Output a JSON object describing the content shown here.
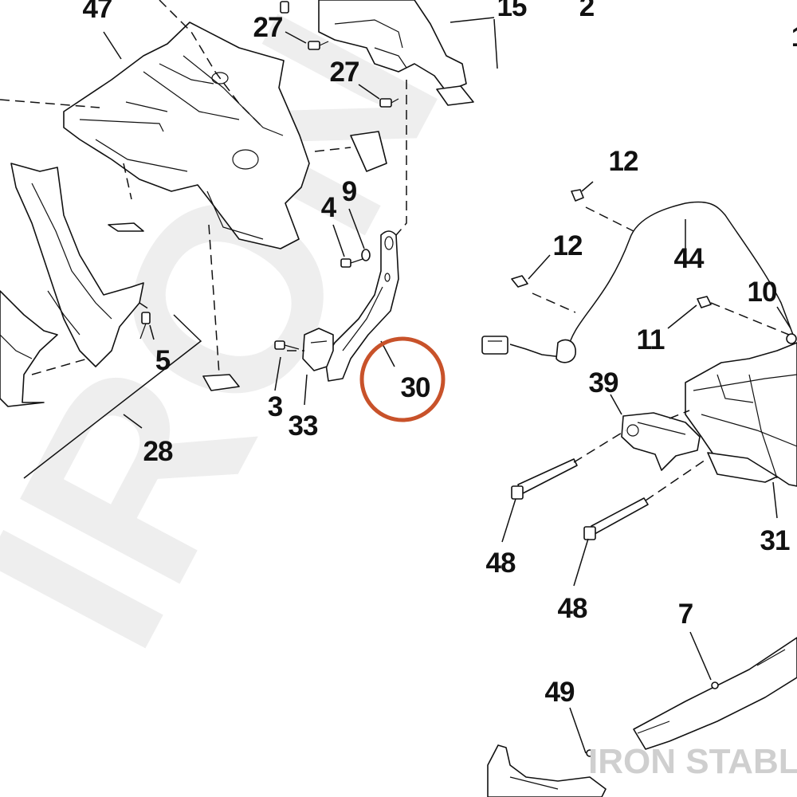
{
  "diagram": {
    "callouts": {
      "c47": "47",
      "c2": "2",
      "c1": "1",
      "c15": "15",
      "c27a": "27",
      "c27b": "27",
      "c12a": "12",
      "c12b": "12",
      "c44": "44",
      "c10": "10",
      "c11": "11",
      "c9": "9",
      "c4": "4",
      "c5": "5",
      "c28": "28",
      "c3": "3",
      "c33": "33",
      "c30": "30",
      "c39": "39",
      "c31": "31",
      "c48a": "48",
      "c48b": "48",
      "c7": "7",
      "c49": "49"
    },
    "highlight": {
      "part": "30",
      "color": "#c8522a"
    },
    "watermark": "IRON STABLE",
    "brand_text": "IRON STABLE"
  }
}
